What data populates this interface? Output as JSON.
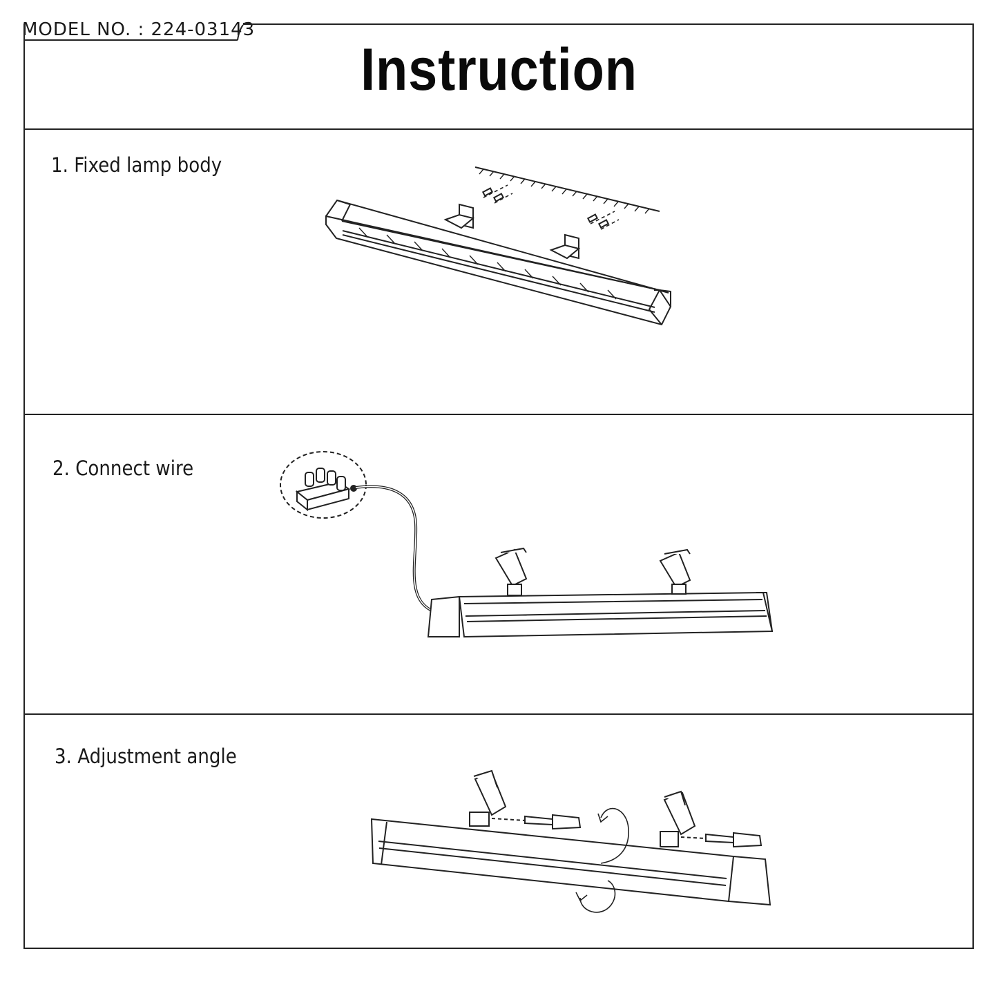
{
  "header": {
    "model_no": "MODEL NO. : 224-03143",
    "title": "Instruction"
  },
  "steps": [
    {
      "label": "1. Fixed lamp body",
      "icon": "lamp-wall-mount-icon"
    },
    {
      "label": "2. Connect wire",
      "icon": "wire-connection-icon"
    },
    {
      "label": "3. Adjustment angle",
      "icon": "angle-adjustment-icon"
    }
  ],
  "colors": {
    "line": "#222222",
    "background": "#ffffff"
  }
}
